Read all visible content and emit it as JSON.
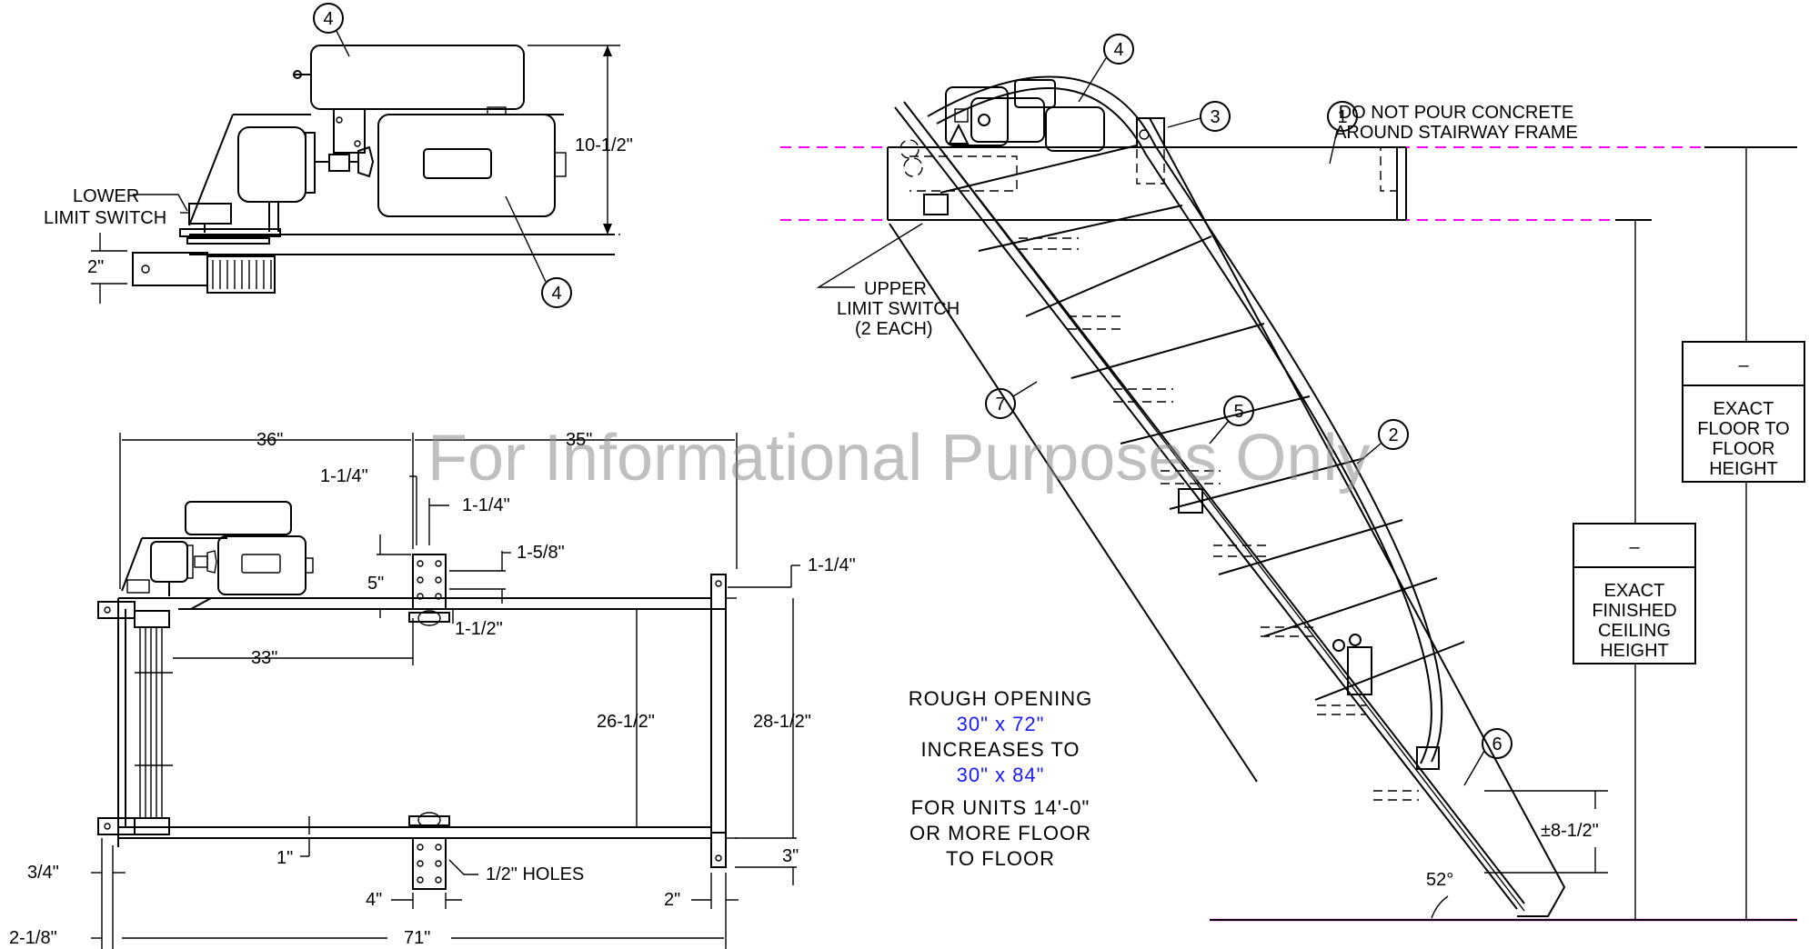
{
  "watermark": "For Informational Purposes Only",
  "top_view": {
    "lower_limit_switch": [
      "LOWER",
      "LIMIT SWITCH"
    ],
    "dim_height": "10-1/2\"",
    "dim_base": "2\"",
    "callouts": [
      "4",
      "4"
    ]
  },
  "plan_view": {
    "dims": {
      "left_span": "36\"",
      "right_span": "35\"",
      "bracket_1": "1-1/4\"",
      "bracket_2": "1-1/4\"",
      "bracket_h": "5\"",
      "slot": "1-5/8\"",
      "slot2": "1-1/2\"",
      "mid": "33\"",
      "inner_width": "26-1/2\"",
      "outer_width": "28-1/2\"",
      "right_tab": "1-1/4\"",
      "bottom_1": "1\"",
      "holes": "1/2\" HOLES",
      "four": "4\"",
      "three": "3\"",
      "two": "2\"",
      "three_quarter": "3/4\"",
      "two_eighth": "2-1/8\"",
      "total": "71\""
    }
  },
  "opening_note": {
    "line1": "ROUGH OPENING",
    "line2": "30\" x 72\"",
    "line3": "INCREASES TO",
    "line4": "30\" x 84\"",
    "line5": "FOR UNITS 14'-0\"",
    "line6": "OR MORE FLOOR",
    "line7": "TO FLOOR"
  },
  "side_view": {
    "note_top": [
      "DO NOT POUR CONCRETE",
      "AROUND STAIRWAY FRAME"
    ],
    "upper_limit_switch": [
      "UPPER",
      "LIMIT SWITCH",
      "(2 EACH)"
    ],
    "callouts": [
      "1",
      "2",
      "3",
      "4",
      "5",
      "6",
      "7"
    ],
    "angle": "52°",
    "rise": "±8-1/2\"",
    "box_floor": {
      "value": "–",
      "label": [
        "EXACT",
        "FLOOR TO",
        "FLOOR",
        "HEIGHT"
      ]
    },
    "box_ceiling": {
      "value": "–",
      "label": [
        "EXACT",
        "FINISHED",
        "CEILING",
        "HEIGHT"
      ]
    }
  },
  "colors": {
    "line": "#000000",
    "reference": "#ff00ff",
    "highlight": "#1a1aff"
  }
}
